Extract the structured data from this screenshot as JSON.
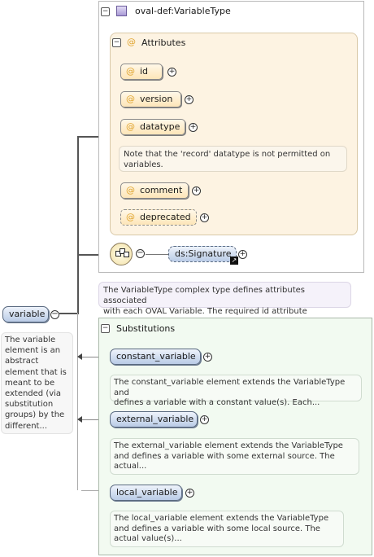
{
  "type_box": {
    "title": "oval-def:VariableType"
  },
  "attributes": {
    "title": "Attributes",
    "items": [
      "id",
      "version",
      "datatype",
      "comment",
      "deprecated"
    ],
    "datatype_note": "Note that the 'record' datatype is not permitted on\nvariables."
  },
  "sequence": {
    "signature_label": "ds:Signature"
  },
  "type_description": "The VariableType complex type defines attributes associated\nwith each OVAL Variable. The required id attribute uniquely...",
  "root": {
    "label": "variable",
    "description": "The variable\nelement is an\nabstract\nelement that is\nmeant to be\nextended (via\nsubstitution\ngroups) by the\ndifferent..."
  },
  "substitutions": {
    "title": "Substitutions",
    "items": [
      {
        "label": "constant_variable",
        "description": "The constant_variable element extends the VariableType and\ndefines a variable with a constant value(s). Each..."
      },
      {
        "label": "external_variable",
        "description": "The external_variable element extends the VariableType\nand defines a variable with some external source. The\nactual..."
      },
      {
        "label": "local_variable",
        "description": "The local_variable element extends the VariableType\nand defines a variable with some local source. The\nactual value(s)..."
      }
    ]
  },
  "colors": {
    "attribute_fill": "#fdf3e2",
    "substitution_fill": "#f2faf1",
    "element_fill": "#b9cbe6"
  }
}
